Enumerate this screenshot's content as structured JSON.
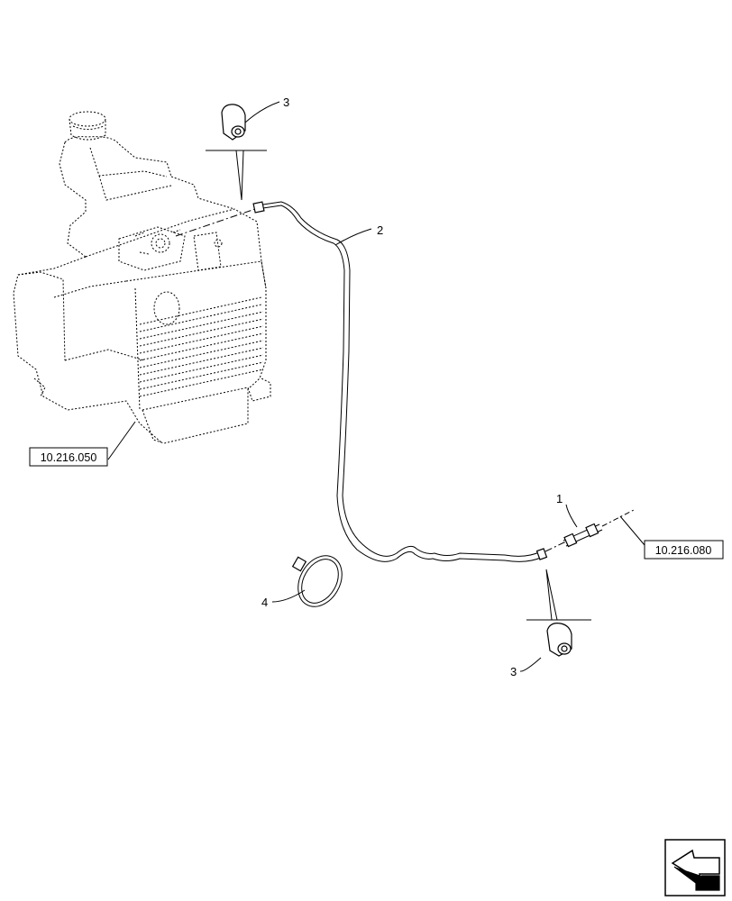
{
  "callouts": [
    {
      "id": "item-1",
      "text": "1"
    },
    {
      "id": "item-2",
      "text": "2"
    },
    {
      "id": "item-3-top",
      "text": "3"
    },
    {
      "id": "item-3-bottom",
      "text": "3"
    },
    {
      "id": "item-4",
      "text": "4"
    }
  ],
  "references": {
    "reservoir": "10.216.050",
    "fuel_line": "10.216.080"
  },
  "icons": {
    "nav": "next-page-arrow-icon"
  }
}
